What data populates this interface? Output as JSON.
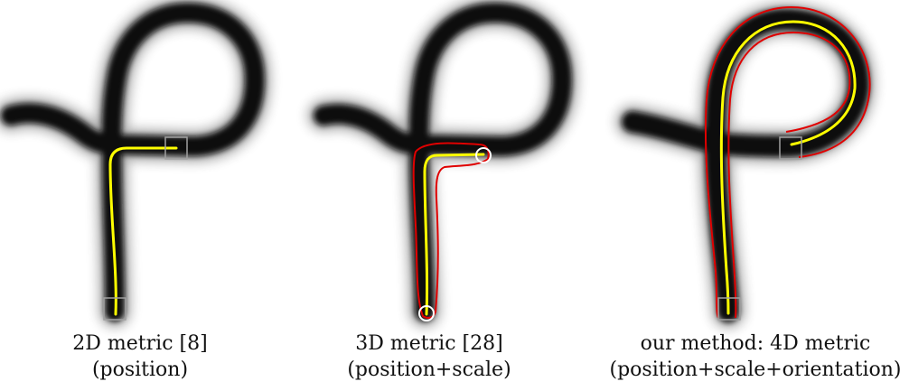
{
  "panels": [
    {
      "id": "2d",
      "caption_line1": "2D metric [8]",
      "caption_line2": "(position)"
    },
    {
      "id": "3d",
      "caption_line1": "3D metric [28]",
      "caption_line2": "(position+scale)"
    },
    {
      "id": "4d",
      "caption_line1": "our method: 4D metric",
      "caption_line2": "(position+scale+orientation)"
    }
  ],
  "colors": {
    "stroke": "#111111",
    "path": "#ffff00",
    "boundary": "#e00000",
    "endpoint_box": "#9a9a9a",
    "endpoint_circle": "#ffffff"
  }
}
